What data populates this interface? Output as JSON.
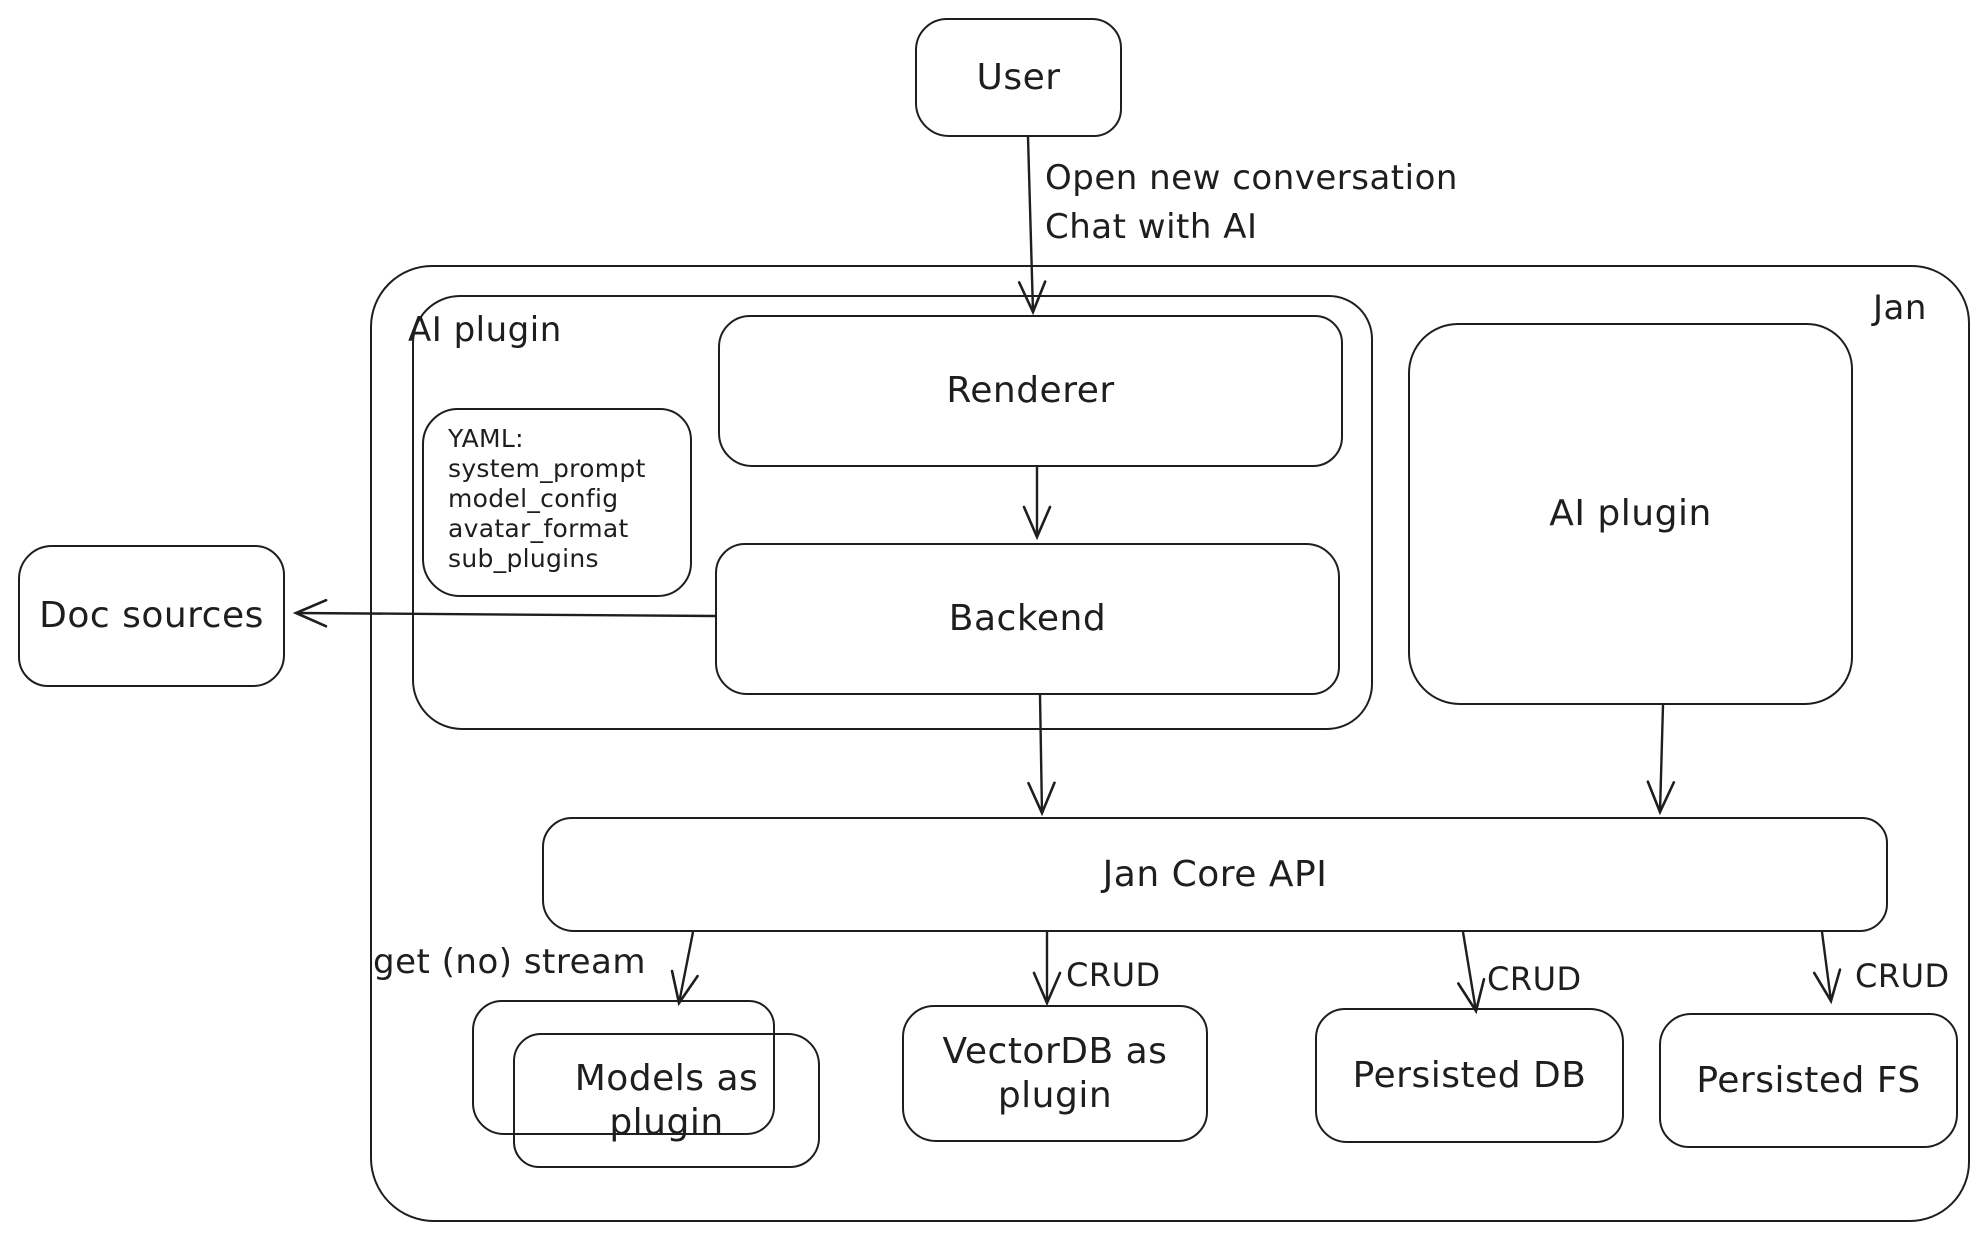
{
  "canvas": {
    "background": "#ffffff",
    "stroke_color": "#1e1e1e"
  },
  "nodes": {
    "user": {
      "label": "User"
    },
    "jan_container": {
      "label": "Jan"
    },
    "ai_plugin_container": {
      "label": "AI plugin"
    },
    "renderer": {
      "label": "Renderer"
    },
    "yaml_note": {
      "lines": [
        "YAML:",
        "system_prompt",
        "model_config",
        "avatar_format",
        "sub_plugins"
      ]
    },
    "backend": {
      "label": "Backend"
    },
    "doc_sources": {
      "label": "Doc sources"
    },
    "ai_plugin_box": {
      "label": "AI plugin"
    },
    "jan_core_api": {
      "label": "Jan Core API"
    },
    "models_as_plugin": {
      "label": "Models as plugin"
    },
    "vectordb_as_plugin": {
      "label": "VectorDB as plugin"
    },
    "persisted_db": {
      "label": "Persisted DB"
    },
    "persisted_fs": {
      "label": "Persisted FS"
    }
  },
  "edges": {
    "user_to_renderer": {
      "label_line1": "Open new conversation",
      "label_line2": "Chat with AI"
    },
    "jan_core_api_to_models": {
      "label": "get (no) stream"
    },
    "jan_core_api_to_vectordb": {
      "label": "CRUD"
    },
    "jan_core_api_to_persisted_db": {
      "label": "CRUD"
    },
    "jan_core_api_to_persisted_fs": {
      "label": "CRUD"
    }
  }
}
